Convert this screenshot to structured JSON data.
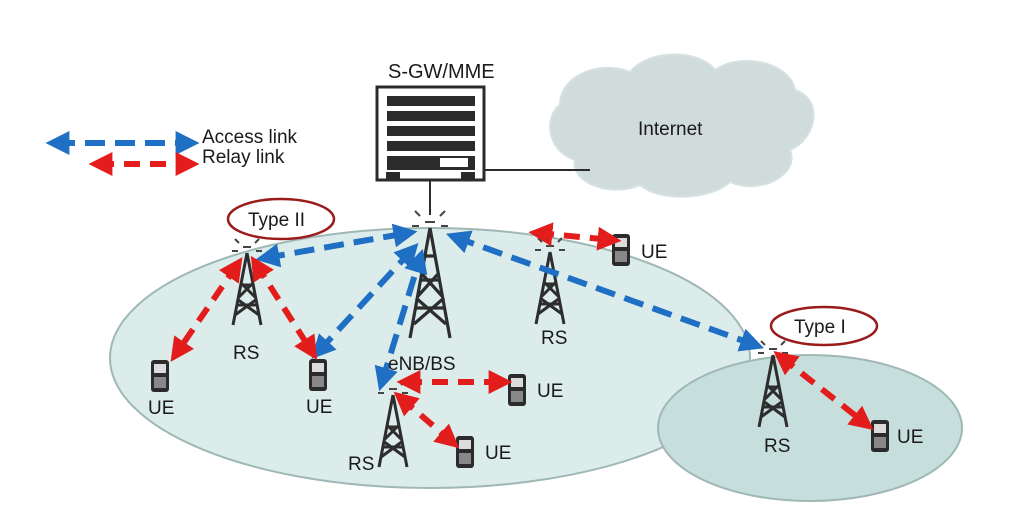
{
  "legend": {
    "access_link": "Access link",
    "relay_link": "Relay link"
  },
  "colors": {
    "access": "#1f6fc4",
    "relay": "#e31c1c",
    "coverage_fill": "#dbeceb",
    "coverage_stroke": "#9fb7b5",
    "type_ring": "#9b1b1b"
  },
  "gateway": {
    "label": "S-GW/MME"
  },
  "cloud": {
    "label": "Internet"
  },
  "enb": {
    "label": "eNB/BS"
  },
  "relays": {
    "type2": {
      "tag": "Type II",
      "label": "RS"
    },
    "center": {
      "label": "RS"
    },
    "bottom": {
      "label": "RS"
    },
    "type1": {
      "tag": "Type I",
      "label": "RS"
    }
  },
  "ues": {
    "top_right": "UE",
    "left": "UE",
    "middle": "UE",
    "enb_right": "UE",
    "bottom": "UE",
    "far_right": "UE"
  }
}
